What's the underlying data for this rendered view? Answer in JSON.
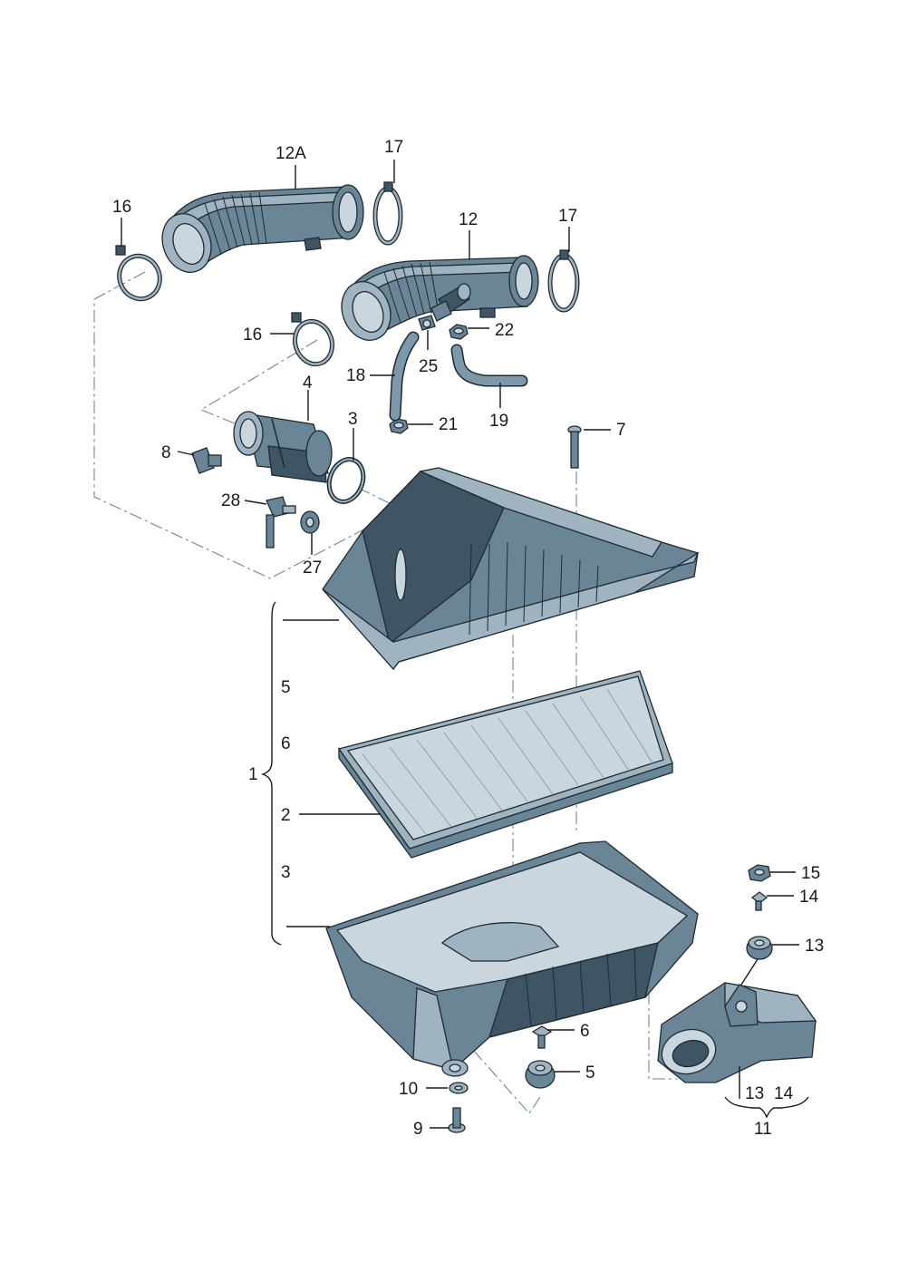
{
  "callouts": {
    "c12A": "12A",
    "c17a": "17",
    "c16a": "16",
    "c12": "12",
    "c17b": "17",
    "c16b": "16",
    "c22": "22",
    "c25": "25",
    "c18": "18",
    "c19": "19",
    "c4": "4",
    "c3a": "3",
    "c21": "21",
    "c7": "7",
    "c8": "8",
    "c28": "28",
    "c27": "27",
    "c5a": "5",
    "c6a": "6",
    "c1": "1",
    "c2": "2",
    "c3b": "3",
    "c15": "15",
    "c14a": "14",
    "c13a": "13",
    "c6b": "6",
    "c5b": "5",
    "c10": "10",
    "c9": "9",
    "c13b": "13",
    "c14b": "14",
    "c11": "11"
  },
  "colors": {
    "part_dark": "#3f5563",
    "part_mid": "#6a8596",
    "part_light": "#9fb3c0",
    "part_pale": "#c9d6de",
    "line": "#1a1a1a",
    "dash_line": "#6f8795"
  }
}
